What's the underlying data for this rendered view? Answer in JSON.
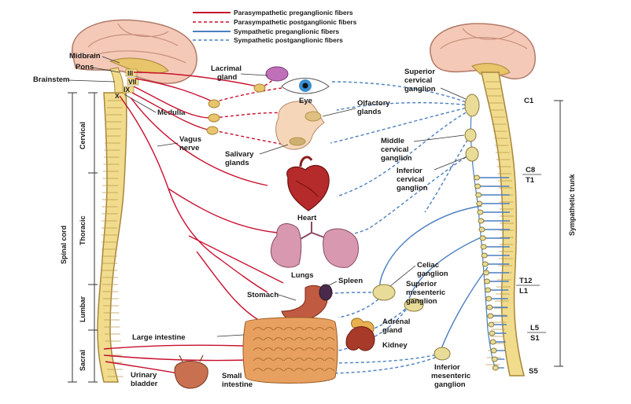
{
  "legend": {
    "para_pre": "Parasympathetic preganglionic fibers",
    "para_post": "Parasympathetic postganglionic fibers",
    "symp_pre": "Sympathetic preganglionic fibers",
    "symp_post": "Sympathetic postganglionic fibers"
  },
  "colors": {
    "parasympathetic": "#c8102e",
    "sympathetic": "#4a7fc0",
    "spine": "#f1dc8e",
    "brain": "#f4c9b8"
  },
  "left_labels": {
    "midbrain": "Midbrain",
    "pons": "Pons",
    "brainstem": "Brainstem",
    "medulla": "Medulla",
    "cervical": "Cervical",
    "spinal_cord": "Spinal cord",
    "thoracic": "Thoracic",
    "lumbar": "Lumbar",
    "sacral": "Sacral"
  },
  "cranial_nerves": [
    "III",
    "VII",
    "IX",
    "X"
  ],
  "organs": {
    "lacrimal_gland": [
      "Lacrimal",
      "gland"
    ],
    "eye": "Eye",
    "olfactory_glands": [
      "Olfactory",
      "glands"
    ],
    "vagus_nerve": [
      "Vagus",
      "nerve"
    ],
    "salivary_glands": [
      "Salivary",
      "glands"
    ],
    "heart": "Heart",
    "lungs": "Lungs",
    "stomach": "Stomach",
    "spleen": "Spleen",
    "large_intestine": "Large intestine",
    "adrenal_gland": [
      "Adrenal",
      "gland"
    ],
    "kidney": "Kidney",
    "urinary_bladder": [
      "Urinary",
      "bladder"
    ],
    "small_intestine": [
      "Small",
      "intestine"
    ]
  },
  "ganglia": {
    "superior_cervical": [
      "Superior",
      "cervical",
      "ganglion"
    ],
    "middle_cervical": [
      "Middle",
      "cervical",
      "ganglion"
    ],
    "inferior_cervical": [
      "Inferior",
      "cervical",
      "ganglion"
    ],
    "celiac": [
      "Celiac",
      "ganglion"
    ],
    "superior_mesenteric": [
      "Superior",
      "mesenteric",
      "ganglion"
    ],
    "inferior_mesenteric": [
      "Inferior",
      "mesenteric",
      "ganglion"
    ]
  },
  "right_labels": {
    "c1": "C1",
    "c8": "C8",
    "t1": "T1",
    "t12": "T12",
    "l1": "L1",
    "l5": "L5",
    "s1": "S1",
    "s5": "S5",
    "sympathetic_trunk": "Sympathetic trunk"
  }
}
